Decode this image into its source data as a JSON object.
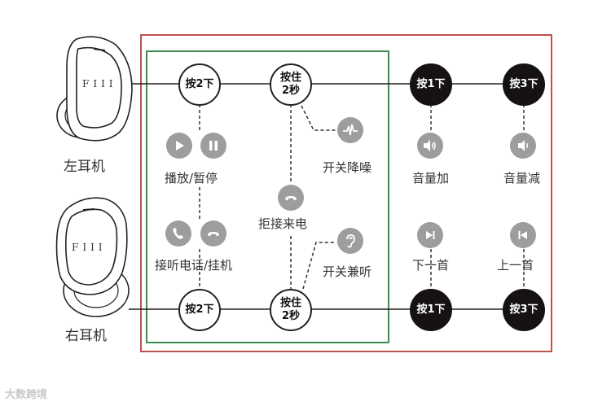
{
  "earbuds": {
    "left_label": "左耳机",
    "right_label": "右耳机",
    "brand_text": "FIII"
  },
  "buttons": {
    "left_press2": "按2下",
    "left_hold2s": "按住\n2秒",
    "left_press1": "按1下",
    "left_press3": "按3下",
    "right_press2": "按2下",
    "right_hold2s": "按住\n2秒",
    "right_press1": "按1下",
    "right_press3": "按3下"
  },
  "functions": {
    "play_pause": "播放/暂停",
    "answer_hangup": "接听电话/挂机",
    "reject_call": "拒接来电",
    "anc_toggle": "开关降噪",
    "hearthrough_toggle": "开关兼听",
    "volume_up": "音量加",
    "volume_down": "音量减",
    "next_track": "下一首",
    "prev_track": "上一首"
  },
  "colors": {
    "outer_box": "#c0504d",
    "inner_box": "#3a8d50",
    "icon_gray": "#9d9d9d",
    "node_black": "#161213"
  },
  "watermark": "大数跨境"
}
